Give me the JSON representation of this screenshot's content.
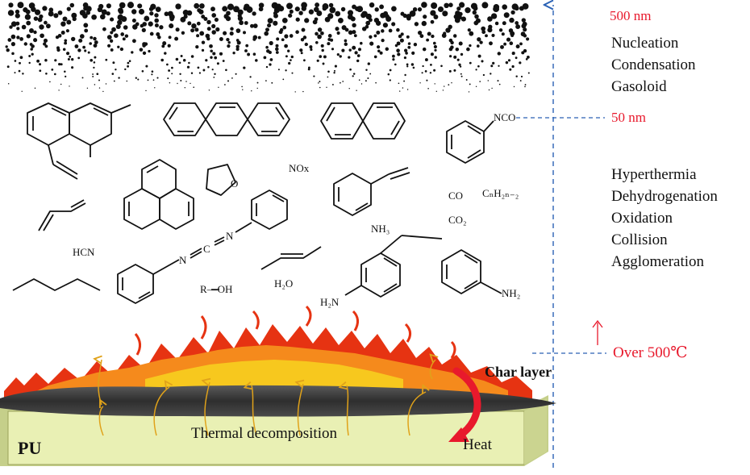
{
  "labels": {
    "size_top": "500 nm",
    "size_mid": "50 nm",
    "temperature": "Over 500℃",
    "char_layer": "Char layer",
    "thermal_decomposition": "Thermal  decomposition",
    "heat": "Heat",
    "pu": "PU"
  },
  "upper_stage": [
    "Nucleation",
    "Condensation",
    "Gasoloid"
  ],
  "middle_stage": [
    "Hyperthermia",
    "Dehydrogenation",
    "Oxidation",
    "Collision",
    "Agglomeration"
  ],
  "chemicals": {
    "nco": "NCO",
    "nox": "NOx",
    "co": "CO",
    "co2": "CO₂",
    "cnh2n2": "CₙH₂ₙ₋₂",
    "hcn": "HCN",
    "nh3": "NH₃",
    "r_oh": "R—OH",
    "h2o": "H₂O",
    "nh2_left": "H₂N",
    "nh2_right": "NH₂",
    "n_left": "N",
    "c_center": "C",
    "n_right": "N",
    "o_ring": "O"
  },
  "colors": {
    "accent_red": "#e8192c",
    "axis_blue": "#2a62b5",
    "flame_red": "#e63312",
    "flame_yellow": "#f7d21e",
    "char_dark": "#3a3a3a",
    "pu_block": "#e9f0b4",
    "gas_arrow": "#e0a21a"
  }
}
